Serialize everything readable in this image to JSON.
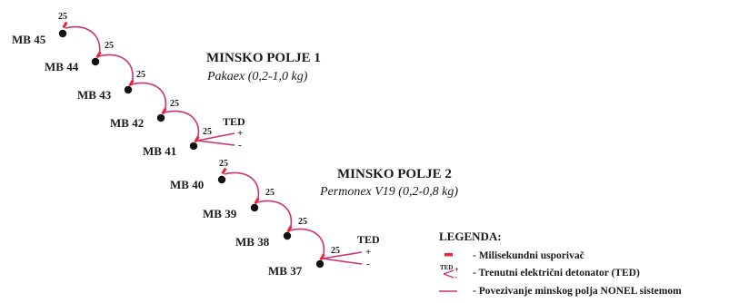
{
  "colors": {
    "wire": "#cc3377",
    "relay": "#e8253a",
    "hole": "#111111",
    "text": "#1a1a1a"
  },
  "field1": {
    "title": "MINSKO POLJE 1",
    "subtitle": "Pakaex (0,2-1,0 kg)",
    "holes": [
      "MB 45",
      "MB 44",
      "MB 43",
      "MB 42",
      "MB 41"
    ],
    "delays": [
      "25",
      "25",
      "25",
      "25",
      "25"
    ],
    "ted": {
      "label": "TED",
      "plus": "+",
      "minus": "-"
    }
  },
  "field2": {
    "title": "MINSKO POLJE 2",
    "subtitle": "Permonex V19  (0,2-0,8 kg)",
    "holes": [
      "MB 40",
      "MB 39",
      "MB 38",
      "MB 37"
    ],
    "delays": [
      "25",
      "25",
      "25",
      "25"
    ],
    "ted": {
      "label": "TED",
      "plus": "+",
      "minus": "-"
    }
  },
  "legend": {
    "title": "LEGENDA:",
    "items": [
      {
        "icon": "relay-icon",
        "text": "- Milisekundni usporivač"
      },
      {
        "icon": "ted-detonator-icon",
        "icon_text": "TED",
        "text": "- Trenutni električni detonator (TED)"
      },
      {
        "icon": "nonel-line-icon",
        "text": "- Povezivanje minskog polja NONEL sistemom"
      }
    ]
  }
}
